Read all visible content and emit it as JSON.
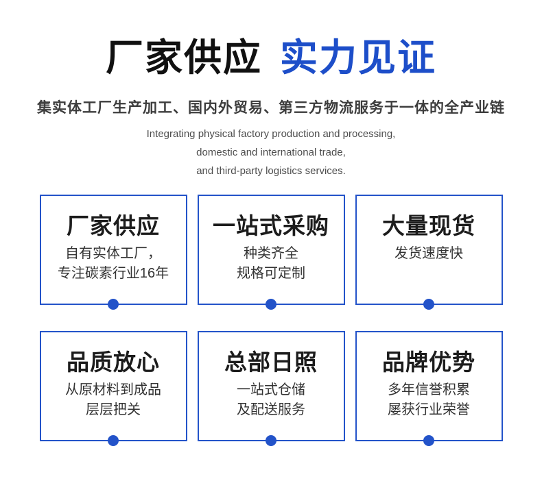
{
  "header": {
    "title_black": "厂家供应",
    "title_blue": "实力见证",
    "subtitle_cn": "集实体工厂生产加工、国内外贸易、第三方物流服务于一体的全产业链",
    "subtitle_en_lines": [
      "Integrating physical factory production and processing,",
      "domestic and international trade,",
      "and third-party logistics services."
    ]
  },
  "colors": {
    "accent_blue": "#2353c9",
    "title_blue": "#1d4ec9",
    "title_black": "#111111",
    "body_text": "#333333"
  },
  "cards": [
    {
      "title": "厂家供应",
      "lines": [
        "自有实体工厂，",
        "专注碳素行业16年"
      ]
    },
    {
      "title": "一站式采购",
      "lines": [
        "种类齐全",
        "规格可定制"
      ]
    },
    {
      "title": "大量现货",
      "lines": [
        "发货速度快"
      ]
    },
    {
      "title": "品质放心",
      "lines": [
        "从原材料到成品",
        "层层把关"
      ]
    },
    {
      "title": "总部日照",
      "lines": [
        "一站式仓储",
        "及配送服务"
      ]
    },
    {
      "title": "品牌优势",
      "lines": [
        "多年信誉积累",
        "屡获行业荣誉"
      ]
    }
  ]
}
